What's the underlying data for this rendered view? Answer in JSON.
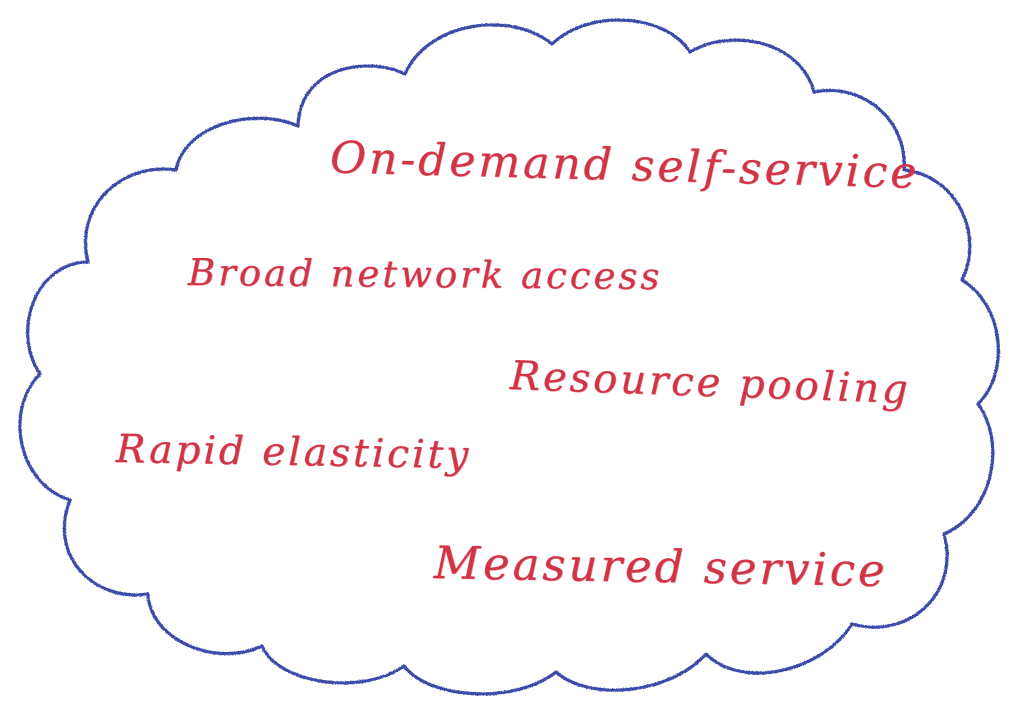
{
  "diagram": {
    "shape": "cloud",
    "outline_color": "#3a4aa8",
    "text_color": "#d23446",
    "characteristics": [
      "On-demand self-service",
      "Broad network access",
      "Resource pooling",
      "Rapid elasticity",
      "Measured service"
    ]
  }
}
